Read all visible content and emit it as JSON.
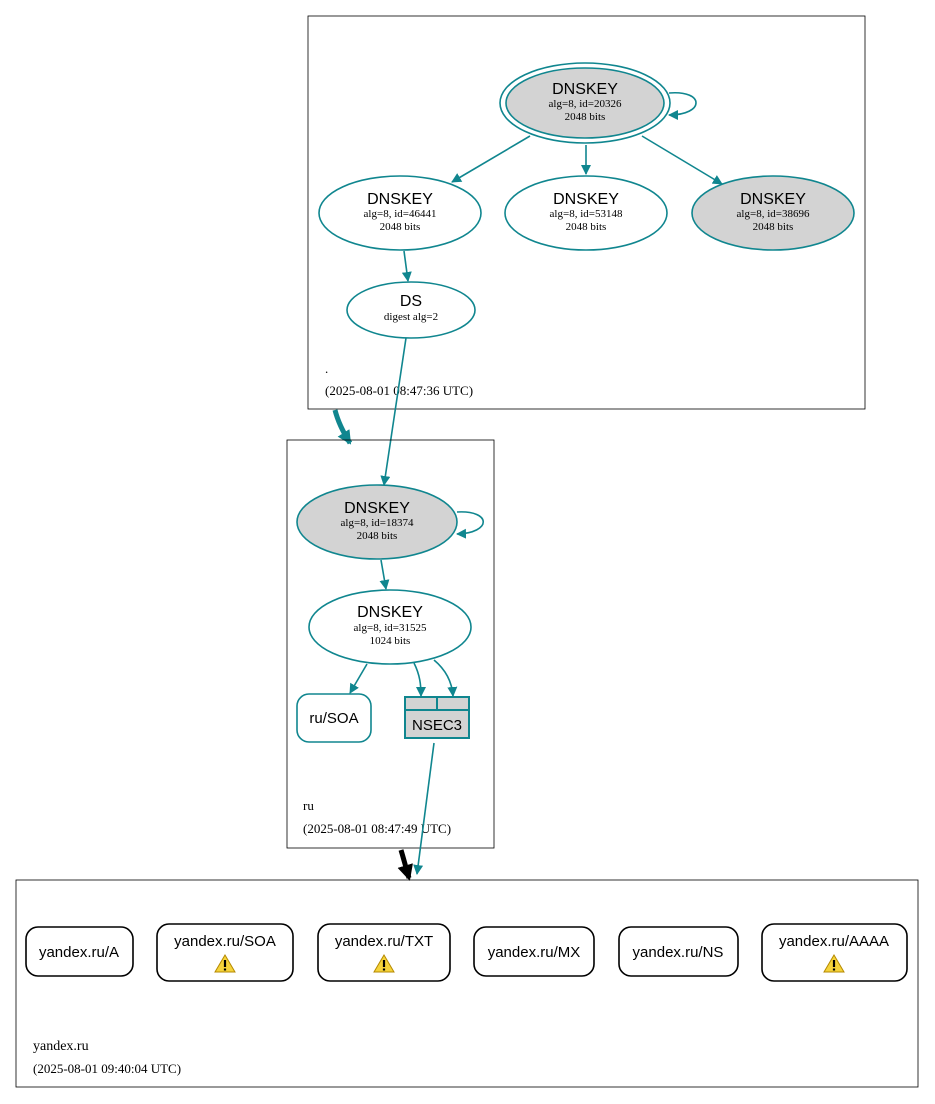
{
  "colors": {
    "teal": "#10868f",
    "gray_fill": "#d3d3d3",
    "black": "#000000",
    "warning_yellow": "#f5d33a"
  },
  "zones": {
    "root": {
      "name": ".",
      "timestamp": "(2025-08-01 08:47:36 UTC)",
      "nodes": {
        "ksk": {
          "type": "DNSKEY",
          "line1": "alg=8, id=20326",
          "line2": "2048 bits"
        },
        "zsk1": {
          "type": "DNSKEY",
          "line1": "alg=8, id=46441",
          "line2": "2048 bits"
        },
        "zsk2": {
          "type": "DNSKEY",
          "line1": "alg=8, id=53148",
          "line2": "2048 bits"
        },
        "zsk3": {
          "type": "DNSKEY",
          "line1": "alg=8, id=38696",
          "line2": "2048 bits"
        },
        "ds": {
          "type": "DS",
          "line1": "digest alg=2"
        }
      }
    },
    "ru": {
      "name": "ru",
      "timestamp": "(2025-08-01 08:47:49 UTC)",
      "nodes": {
        "ksk": {
          "type": "DNSKEY",
          "line1": "alg=8, id=18374",
          "line2": "2048 bits"
        },
        "zsk": {
          "type": "DNSKEY",
          "line1": "alg=8, id=31525",
          "line2": "1024 bits"
        },
        "soa": {
          "label": "ru/SOA"
        },
        "nsec3": {
          "label": "NSEC3"
        }
      }
    },
    "yandex": {
      "name": "yandex.ru",
      "timestamp": "(2025-08-01 09:40:04 UTC)",
      "records": [
        {
          "label": "yandex.ru/A",
          "warning": false
        },
        {
          "label": "yandex.ru/SOA",
          "warning": true
        },
        {
          "label": "yandex.ru/TXT",
          "warning": true
        },
        {
          "label": "yandex.ru/MX",
          "warning": false
        },
        {
          "label": "yandex.ru/NS",
          "warning": false
        },
        {
          "label": "yandex.ru/AAAA",
          "warning": true
        }
      ],
      "warning_icon": "warning-triangle-icon"
    }
  }
}
